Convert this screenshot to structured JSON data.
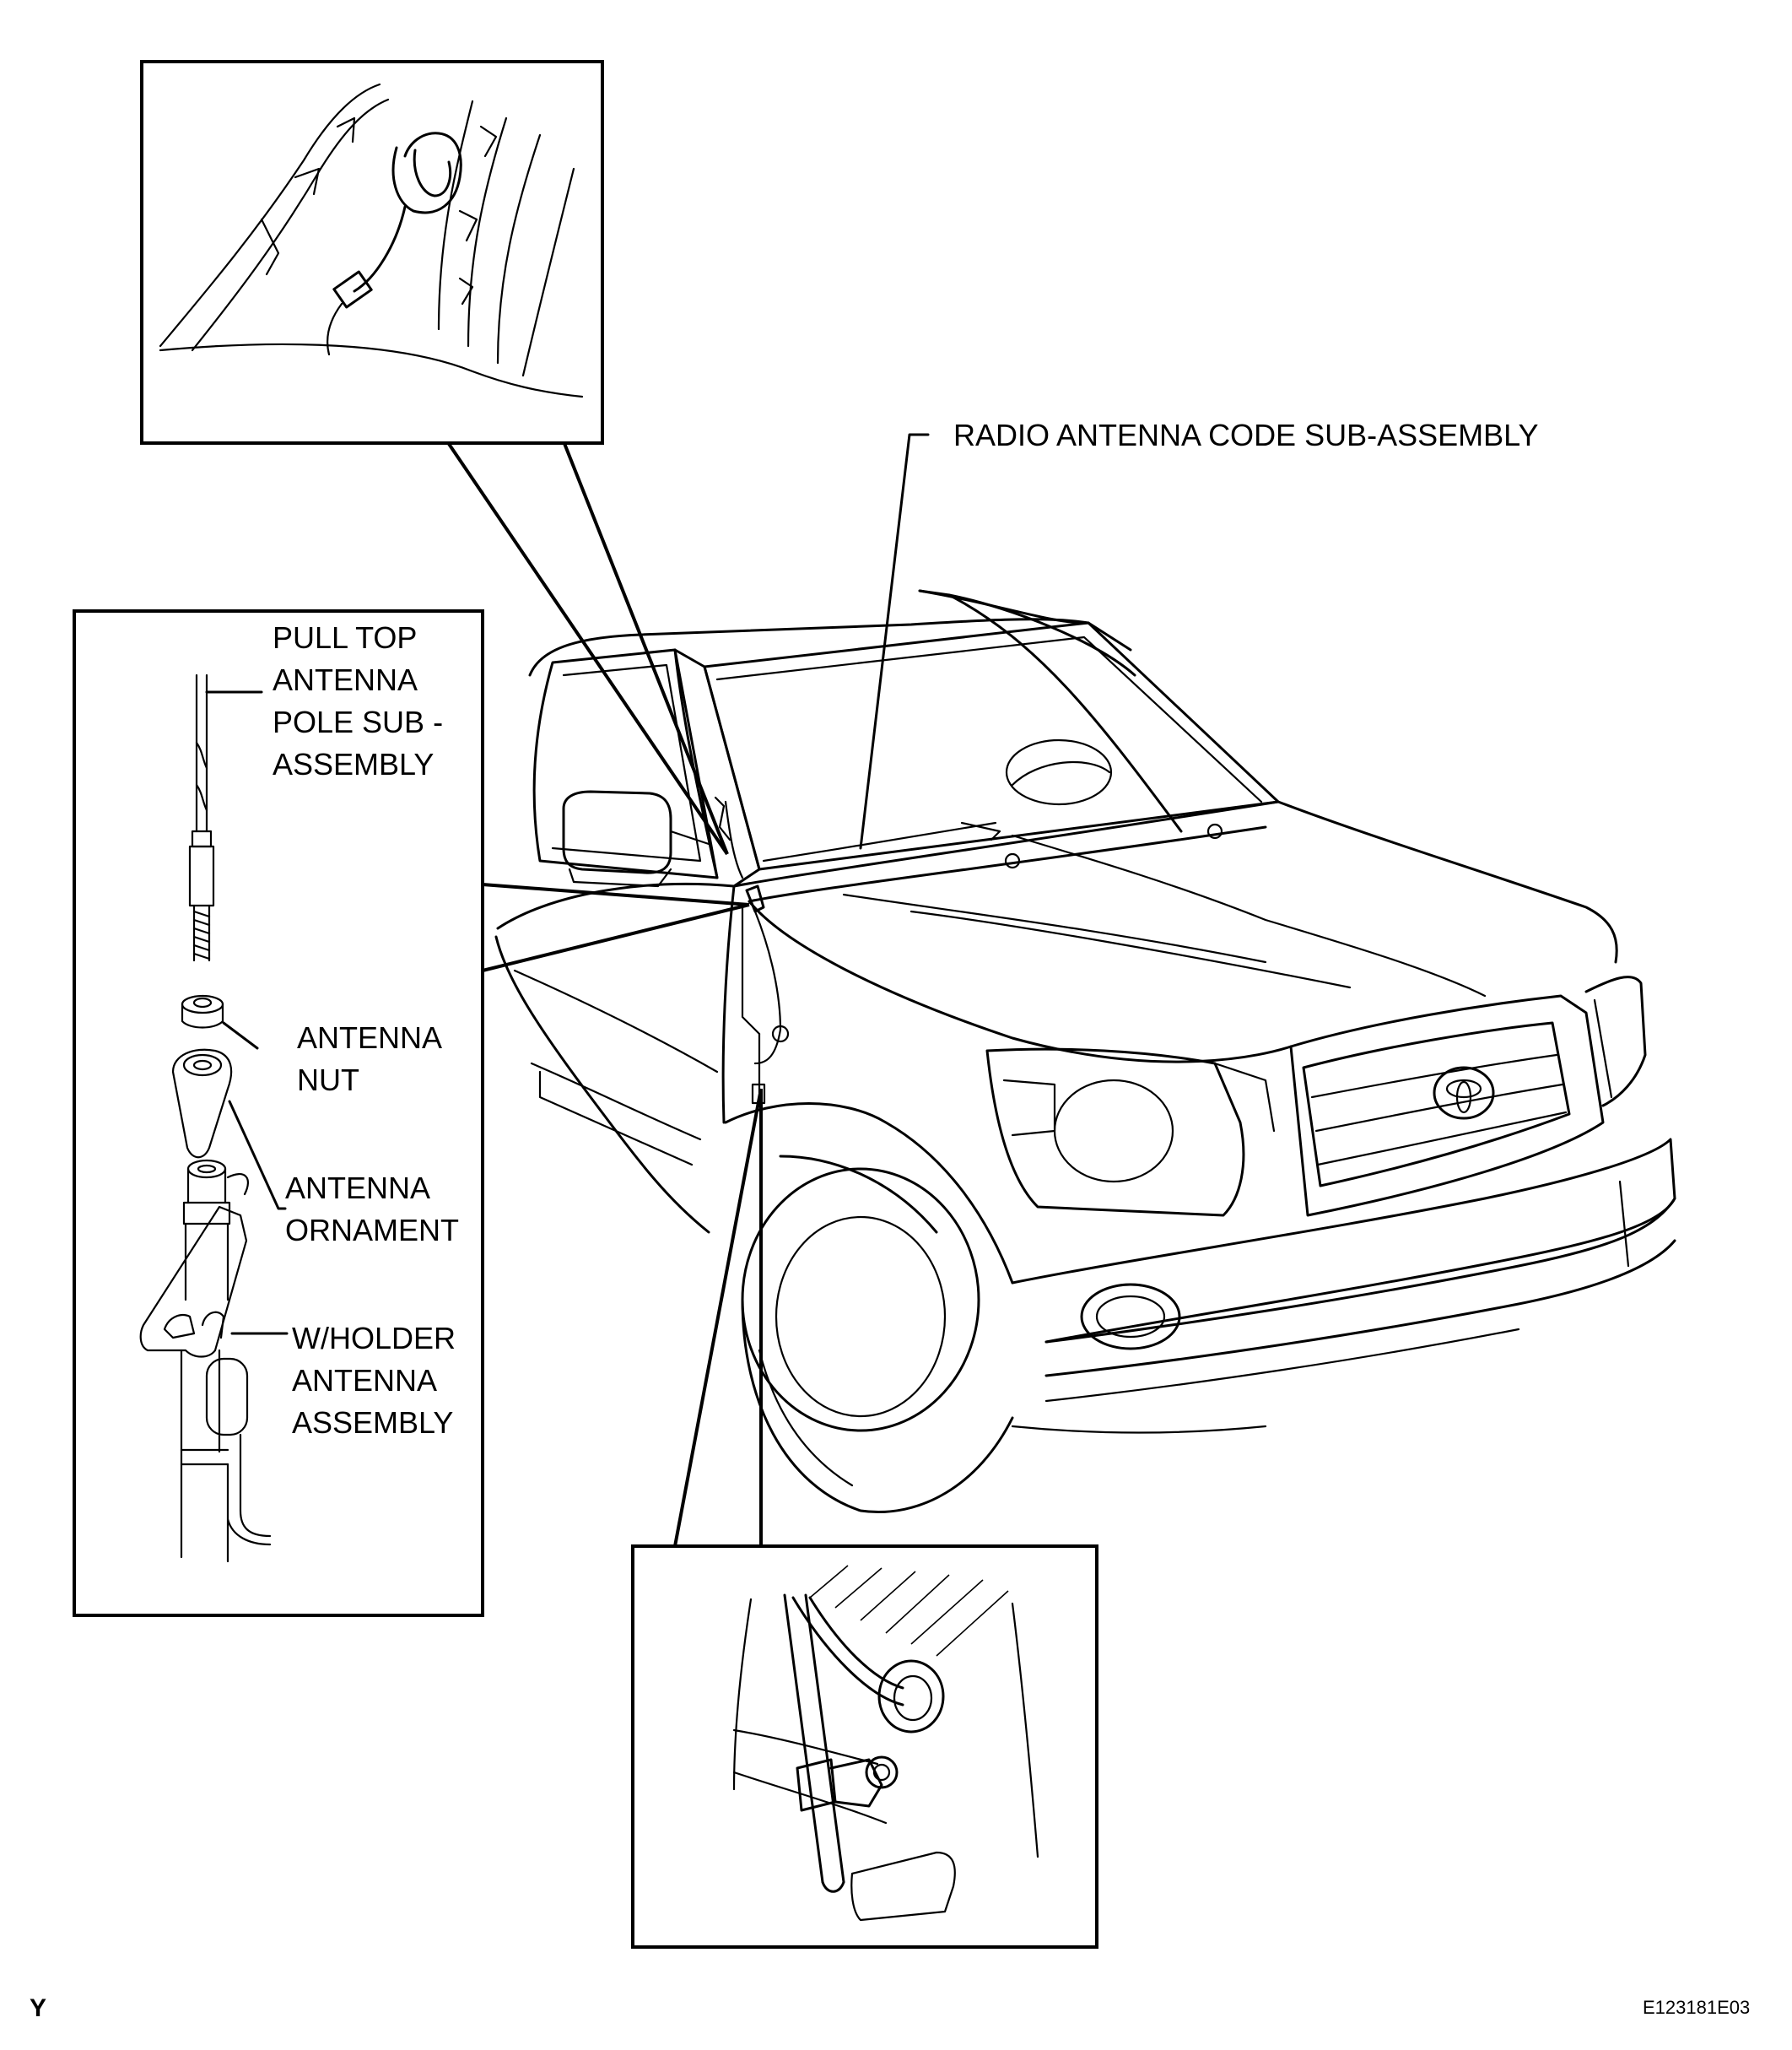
{
  "labels": {
    "radio_code": "RADIO ANTENNA CODE SUB-ASSEMBLY",
    "pull_top": [
      "PULL TOP",
      "ANTENNA",
      "POLE SUB -",
      "ASSEMBLY"
    ],
    "antenna_nut": [
      "ANTENNA",
      "NUT"
    ],
    "antenna_ornament": [
      "ANTENNA",
      "ORNAMENT"
    ],
    "holder_assembly": [
      "W/HOLDER",
      "ANTENNA",
      "ASSEMBLY"
    ]
  },
  "corner_letter": "Y",
  "figure_code": "E123181E03",
  "icons": [
    "toyota-emblem-icon"
  ],
  "colors": {
    "line": "#000000",
    "background": "#ffffff"
  }
}
